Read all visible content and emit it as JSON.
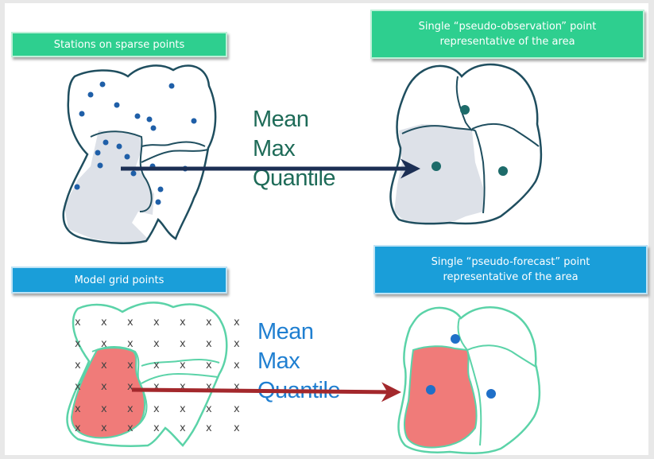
{
  "labels": {
    "stations": "Stations on sparse points",
    "pseudo_observation": [
      "Single “pseudo-observation” point",
      "representative of the area"
    ],
    "model_grid": "Model grid points",
    "pseudo_forecast": [
      "Single “pseudo-forecast” point",
      "representative of the area"
    ]
  },
  "statistics_top": [
    "Mean",
    "Max",
    "Quantile"
  ],
  "statistics_bottom": [
    "Mean",
    "Max",
    "Quantile"
  ],
  "grid_marker": "x",
  "colors": {
    "green_label": "#2ecf8f",
    "blue_label": "#1a9ed9",
    "observation_outline": "#1f4e5f",
    "observation_fill": "#dde1e8",
    "station_dot": "#1f5fa8",
    "pseudo_observation_dot": "#1d6b6a",
    "forecast_outline": "#5bd3a8",
    "forecast_fill": "#f07b79",
    "forecast_dot": "#1f6fc8",
    "top_arrow": "#1c2f54",
    "bottom_arrow": "#a3282c",
    "top_text": "#1e6b58",
    "bottom_text": "#1f7fd1"
  }
}
